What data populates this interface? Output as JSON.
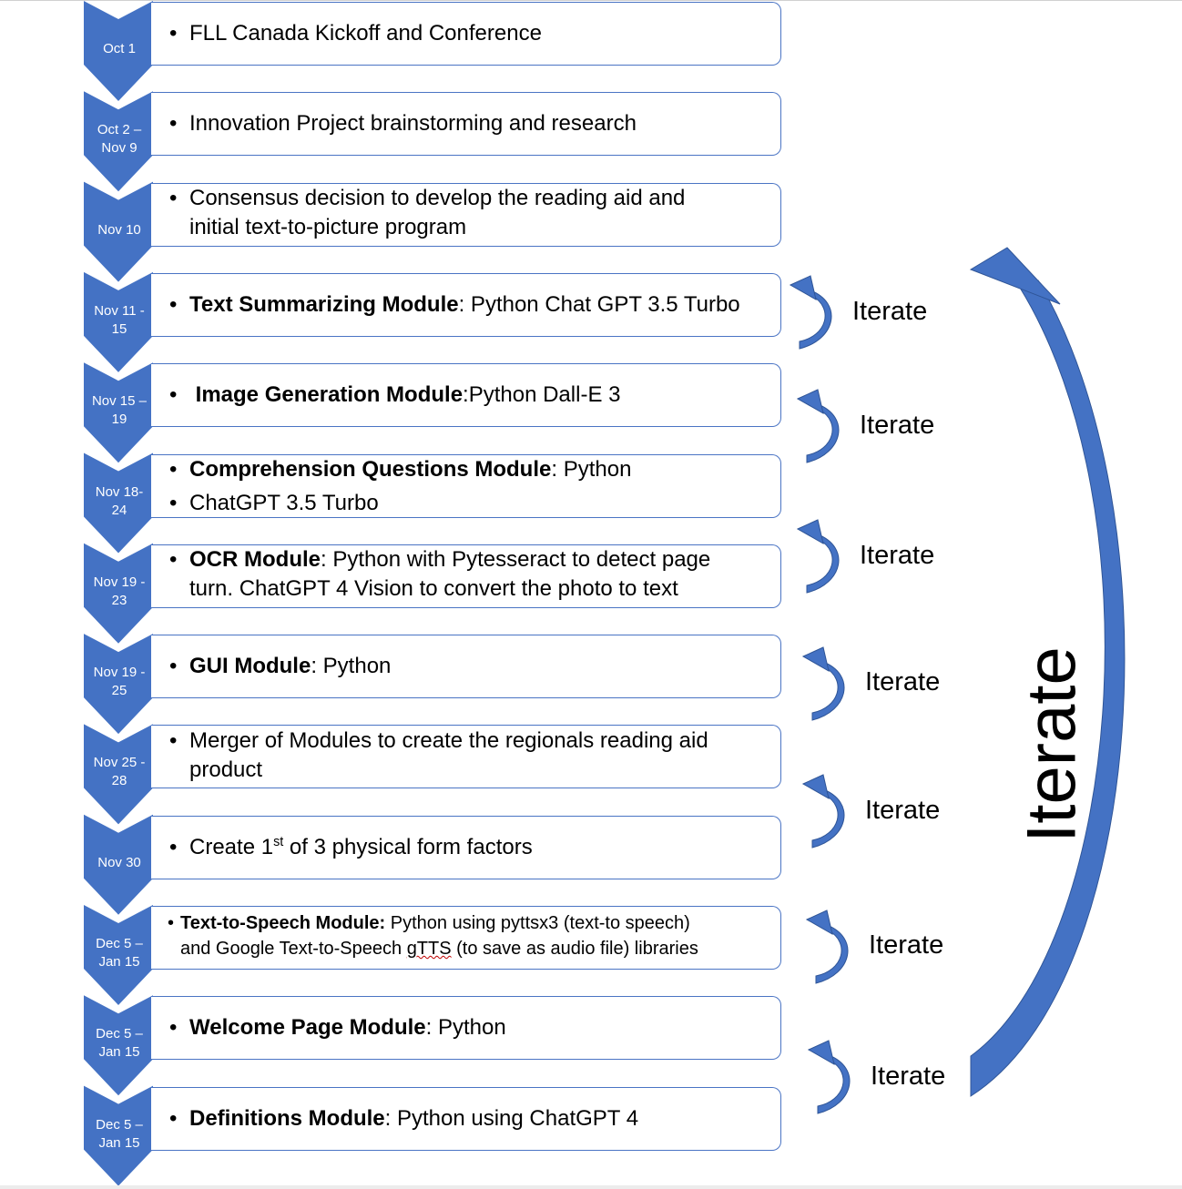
{
  "colors": {
    "chevron": "#4472c4",
    "box_border": "#4a74c4",
    "arrow": "#4472c4",
    "arrow_edge": "#2f5597"
  },
  "steps": [
    {
      "date": [
        "Oct 1"
      ],
      "lines": [
        [
          {
            "t": "FLL Canada Kickoff and Conference"
          }
        ]
      ]
    },
    {
      "date": [
        "Oct 2 –",
        "Nov 9"
      ],
      "lines": [
        [
          {
            "t": "Innovation Project brainstorming and research"
          }
        ]
      ]
    },
    {
      "date": [
        "Nov 10"
      ],
      "lines": [
        [
          {
            "t": "Consensus decision to develop the reading aid and"
          }
        ],
        [
          {
            "t": "initial text-to-picture program"
          }
        ]
      ]
    },
    {
      "date": [
        "Nov 11 -",
        "15"
      ],
      "lines": [
        [
          {
            "t": "Text Summarizing Module",
            "b": true
          },
          {
            "t": ": Python Chat GPT 3.5 Turbo"
          }
        ]
      ]
    },
    {
      "date": [
        "Nov 15 –",
        "19"
      ],
      "lines": [
        [
          {
            "t": " Image Generation Module",
            "b": true
          },
          {
            "t": ":Python Dall-E 3"
          }
        ]
      ]
    },
    {
      "date": [
        "Nov 18-",
        "24"
      ],
      "lines": [
        [
          {
            "t": "Comprehension Questions Module",
            "b": true
          },
          {
            "t": ": Python"
          }
        ],
        [
          {
            "t": "ChatGPT 3.5 Turbo"
          }
        ]
      ]
    },
    {
      "date": [
        "Nov 19 -",
        "23"
      ],
      "lines": [
        [
          {
            "t": "OCR Module",
            "b": true
          },
          {
            "t": ": Python with Pytesseract to detect page"
          }
        ],
        [
          {
            "t": "turn.  ChatGPT 4 Vision to convert the photo to text"
          }
        ]
      ]
    },
    {
      "date": [
        "Nov 19 -",
        "25"
      ],
      "lines": [
        [
          {
            "t": "GUI Module",
            "b": true
          },
          {
            "t": ": Python"
          }
        ]
      ]
    },
    {
      "date": [
        "Nov 25 -",
        "28"
      ],
      "lines": [
        [
          {
            "t": "Merger of Modules to create the regionals  reading aid"
          }
        ],
        [
          {
            "t": "product"
          }
        ]
      ]
    },
    {
      "date": [
        "Nov 30"
      ],
      "lines": [
        [
          {
            "t": "Create 1"
          },
          {
            "t": "st",
            "sup": true
          },
          {
            "t": " of 3 physical form factors"
          }
        ]
      ]
    },
    {
      "date": [
        "Dec 5 –",
        "Jan 15"
      ],
      "lines": [
        [
          {
            "t": "Text-to-Speech Module:",
            "b": true
          },
          {
            "t": " Python using pyttsx3 (text-to speech)"
          }
        ],
        [
          {
            "t": "and Google Text-to-Speech "
          },
          {
            "t": "gTTS",
            "sq": true
          },
          {
            "t": " (to save as audio file) libraries"
          }
        ]
      ]
    },
    {
      "date": [
        "Dec 5 –",
        "Jan 15"
      ],
      "lines": [
        [
          {
            "t": "Welcome Page Module",
            "b": true
          },
          {
            "t": ": Python"
          }
        ]
      ]
    },
    {
      "date": [
        "Dec 5 –",
        "Jan 15"
      ],
      "lines": [
        [
          {
            "t": "Definitions Module",
            "b": true
          },
          {
            "t": ": Python using ChatGPT 4"
          }
        ]
      ]
    }
  ],
  "iterate_labels": [
    "Iterate",
    "Iterate",
    "Iterate",
    "Iterate",
    "Iterate",
    "Iterate",
    "Iterate"
  ],
  "big_iterate_label": "Iterate"
}
